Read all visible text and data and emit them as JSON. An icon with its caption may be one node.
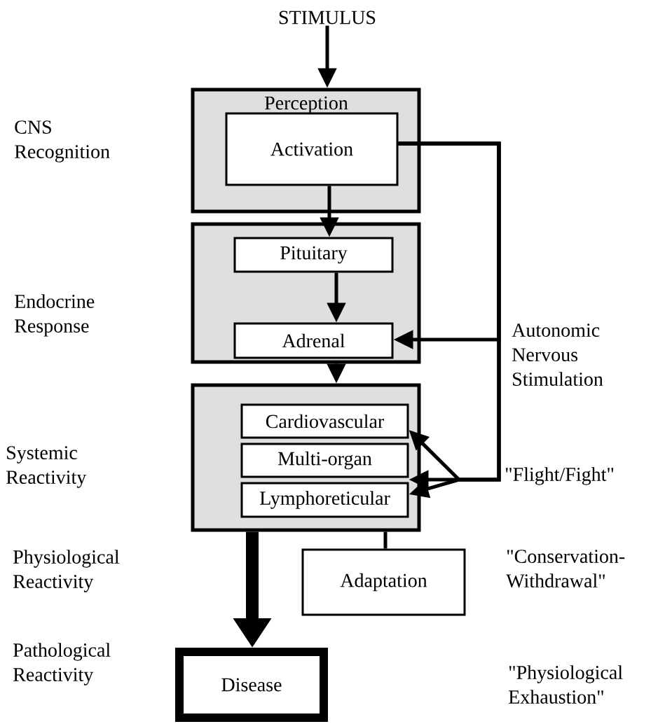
{
  "diagram": {
    "nodes": [
      {
        "text": [
          "STIMULUS"
        ]
      },
      {
        "text": [
          "Perception"
        ]
      },
      {
        "text": [
          "Activation"
        ],
        "in": 1
      },
      {
        "text": [],
        "shape": "box"
      },
      {
        "text": [
          "Pituitary"
        ],
        "in": 3
      },
      {
        "text": [
          "Adrenal"
        ],
        "in": 3
      },
      {
        "text": [],
        "shape": "box"
      },
      {
        "text": [
          "Cardiovascular"
        ],
        "in": 6
      },
      {
        "text": [
          "Multi-organ"
        ],
        "in": 6
      },
      {
        "text": [
          "Lymphoreticular"
        ],
        "in": 6
      },
      {
        "text": [
          "Adaptation"
        ]
      },
      {
        "text": [
          "Disease"
        ]
      }
    ],
    "edges": [
      {
        "from": 0,
        "to": 1,
        "arrow": "to"
      },
      {
        "from": 2,
        "to": 4,
        "arrow": "to"
      },
      {
        "from": 4,
        "to": 5,
        "arrow": "to"
      },
      {
        "from": 3,
        "to": 6,
        "arrow": "to"
      },
      {
        "from": 2,
        "to": 5,
        "arrow": "to"
      },
      {
        "from": 2,
        "to": 7,
        "arrow": "to"
      },
      {
        "from": 2,
        "to": 8,
        "arrow": "to"
      },
      {
        "from": 2,
        "to": 9,
        "arrow": "to"
      },
      {
        "from": 6,
        "to": 11,
        "arrow": "to",
        "style": "thick"
      },
      {
        "from": 6,
        "to": 10,
        "arrow": "none"
      }
    ],
    "labels": [
      "CNS Recognition",
      "Endocrine Response",
      "Systemic Reactivity",
      "Physiological Reactivity",
      "Pathological Reactivity",
      "Autonomic Nervous Stimulation",
      "\"Flight/Fight\"",
      "\"Conservation-Withdrawal\"",
      "\"Physiological Exhaustion\""
    ]
  }
}
